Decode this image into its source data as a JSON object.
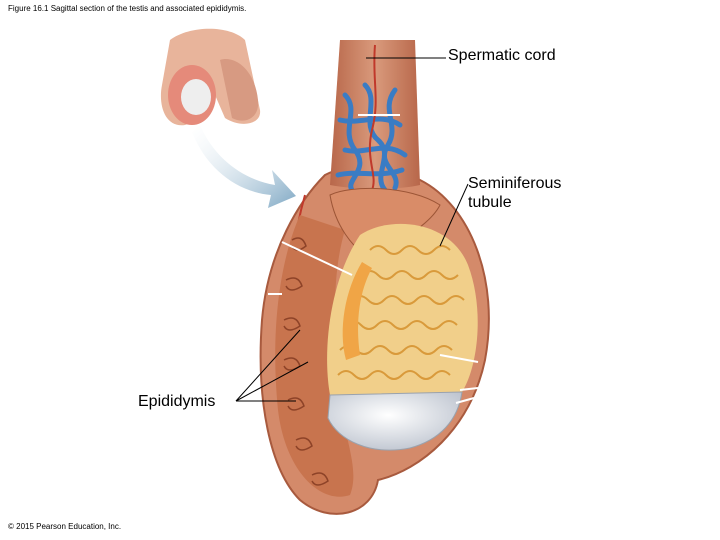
{
  "caption": "Figure 16.1 Sagittal section of the testis and associated epididymis.",
  "labels": {
    "spermatic_cord": "Spermatic cord",
    "seminiferous_tubule_line1": "Seminiferous",
    "seminiferous_tubule_line2": "tubule",
    "epididymis": "Epididymis"
  },
  "copyright": "© 2015 Pearson Education, Inc.",
  "colors": {
    "skin": "#d9967a",
    "tissue": "#c8744e",
    "tubule": "#e9b761",
    "vein": "#3a7cc4",
    "artery": "#c0392b",
    "tunica": "#dfe3ea",
    "arrow": "#9fc3d8"
  }
}
